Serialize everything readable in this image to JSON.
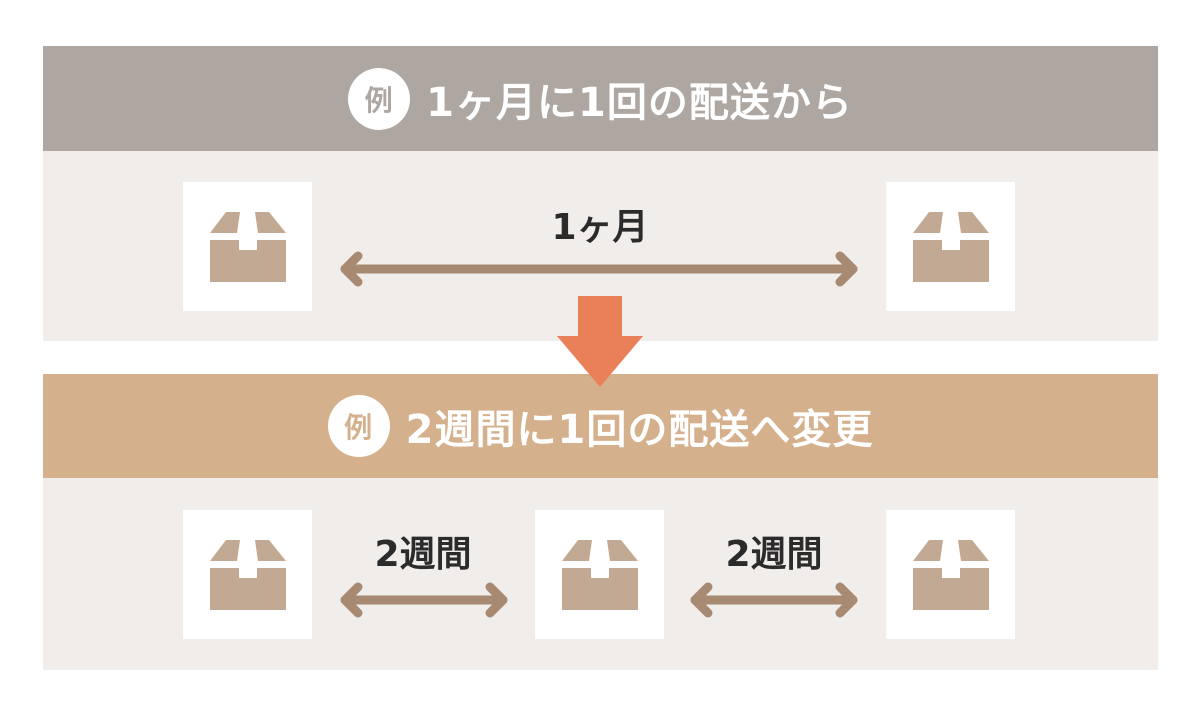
{
  "before": {
    "badge": "例",
    "title": "1ヶ月に1回の配送から",
    "interval": "1ヶ月"
  },
  "after": {
    "badge": "例",
    "title": "2週間に1回の配送へ変更",
    "intervals": [
      "2週間",
      "2週間"
    ]
  },
  "colors": {
    "box": "#c2a993",
    "arrow": "#a88a72",
    "down_arrow": "#ea8058"
  }
}
